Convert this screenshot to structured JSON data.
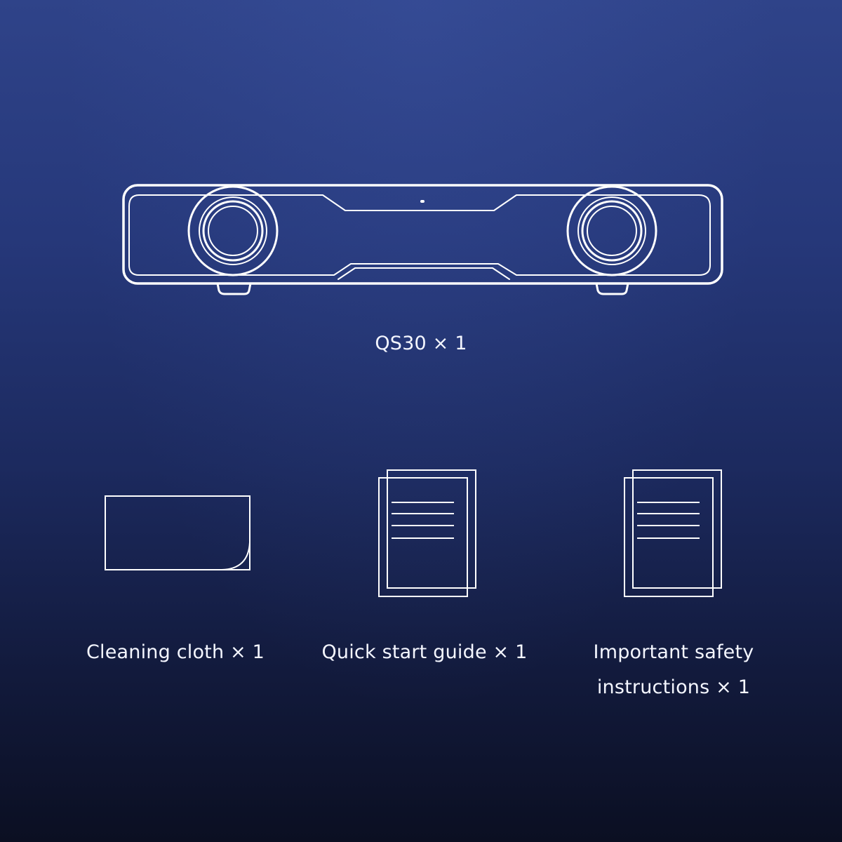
{
  "main_product": {
    "label": "QS30 × 1",
    "icon": "soundbar-icon"
  },
  "accessories": [
    {
      "label": "Cleaning cloth × 1",
      "icon": "cleaning-cloth-icon"
    },
    {
      "label": "Quick start guide × 1",
      "icon": "document-icon"
    },
    {
      "label_lines": [
        "Important safety",
        "instructions × 1"
      ],
      "icon": "document-icon"
    }
  ],
  "colors": {
    "background_top": "#2f4389",
    "background_bottom": "#0b0f22",
    "line_art": "#ffffff"
  }
}
